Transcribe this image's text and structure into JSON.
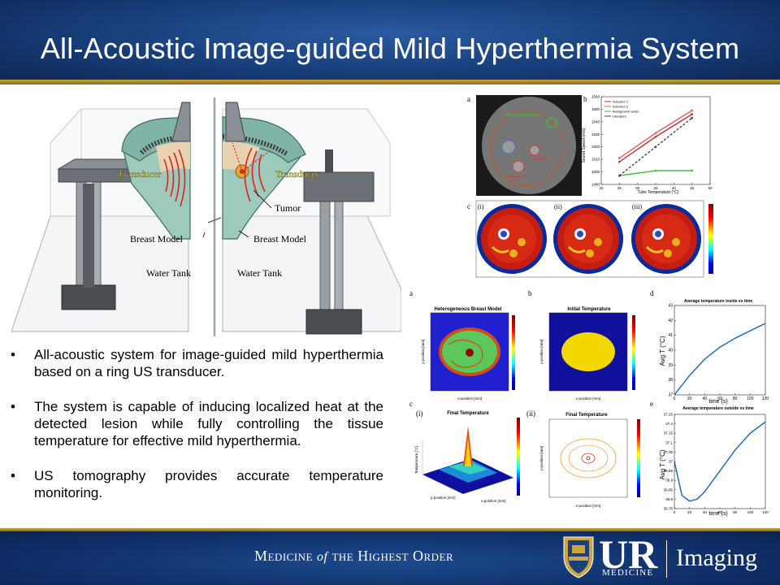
{
  "title": "All-Acoustic Image-guided Mild Hyperthermia System",
  "colors": {
    "header_blue": "#173d78",
    "gold": "#c9a640",
    "footer_blue": "#10306a"
  },
  "diagram": {
    "left": {
      "transducer": "Transducer",
      "breast_model": "Breast Model",
      "water_tank": "Water Tank"
    },
    "right": {
      "transducer": "Transducer",
      "tumor": "Tumor",
      "breast_model": "Breast Model",
      "water_tank": "Water Tank"
    }
  },
  "bullets": [
    "All-acoustic system for image-guided mild hyperthermia based on a ring US transducer.",
    "The system is capable of inducing localized heat at the detected lesion while fully controlling the tissue temperature for effective mild hyperthermia.",
    "US tomography provides accurate temperature monitoring."
  ],
  "figure1": {
    "a": {
      "label": "a",
      "annotations": [
        "Water Background",
        "Bone",
        "Inclusion 1",
        "Inclusion 2"
      ]
    },
    "b": {
      "label": "b",
      "xlabel": "Tube Temperature (°C)",
      "ylabel": "Sound Speed (m/s)",
      "legend": [
        "Inclusion 1",
        "Inclusion 2",
        "Background water",
        "Literature"
      ]
    },
    "c": {
      "label": "c",
      "subpanels": [
        "(i)",
        "(ii)",
        "(iii)"
      ]
    }
  },
  "figure2": {
    "a": {
      "label": "a",
      "title": "Heterogeneous Breast Model",
      "xlabel": "x-position [mm]",
      "ylabel": "y-position [mm]"
    },
    "b": {
      "label": "b",
      "title": "Initial Temperature",
      "xlabel": "x-position [mm]",
      "ylabel": "y-position [mm]"
    },
    "c": {
      "label": "c",
      "sub_i": "(i)",
      "sub_ii": "(ii)",
      "title_i": "Final Temperature",
      "title_ii": "Final Temperature",
      "zlabel": "Temperature [°C]",
      "xlabel": "x-position [mm]",
      "ylabel": "y-position [mm]"
    },
    "d": {
      "label": "d",
      "title": "Average temperature inside vs time",
      "xlabel": "time (s)",
      "ylabel": "Avg T (°C)"
    },
    "e": {
      "label": "e",
      "title": "Average temperature outside vs time",
      "xlabel": "time (s)",
      "ylabel": "Avg T (°C)"
    }
  },
  "chart_data": [
    {
      "type": "line",
      "title": "Average temperature inside vs time",
      "xlabel": "time (s)",
      "ylabel": "Avg T (°C)",
      "x": [
        0,
        20,
        40,
        60,
        80,
        100,
        120
      ],
      "xticks": [
        0,
        20,
        40,
        60,
        80,
        100,
        120
      ],
      "yticks": [
        37,
        38,
        39,
        40,
        41,
        42,
        43
      ],
      "xlim": [
        0,
        120
      ],
      "ylim": [
        37,
        43
      ],
      "series": [
        {
          "values": [
            37.0,
            38.3,
            39.4,
            40.2,
            40.8,
            41.3,
            41.8
          ]
        }
      ],
      "grid": false
    },
    {
      "type": "line",
      "title": "Average temperature outside vs time",
      "xlabel": "time (s)",
      "ylabel": "Avg T (°C)",
      "x": [
        0,
        10,
        20,
        30,
        40,
        60,
        80,
        100,
        120
      ],
      "xticks": [
        0,
        20,
        40,
        60,
        80,
        100,
        120
      ],
      "yticks": [
        36.75,
        36.8,
        36.85,
        36.9,
        36.95,
        37,
        37.05,
        37.1,
        37.15,
        37.2,
        37.25
      ],
      "xlim": [
        0,
        120
      ],
      "ylim": [
        36.75,
        37.25
      ],
      "series": [
        {
          "values": [
            37.0,
            36.82,
            36.79,
            36.8,
            36.84,
            36.95,
            37.06,
            37.15,
            37.21
          ]
        }
      ],
      "grid": false
    },
    {
      "type": "line",
      "title": "",
      "xlabel": "Tube Temperature (°C)",
      "ylabel": "Sound Speed (m/s)",
      "xticks": [
        20,
        25,
        30,
        35,
        40,
        45,
        50
      ],
      "yticks": [
        1490,
        1500,
        1510,
        1520,
        1530,
        1540,
        1550,
        1560
      ],
      "xlim": [
        20,
        50
      ],
      "ylim": [
        1490,
        1560
      ],
      "series": [
        {
          "name": "Inclusion 1",
          "x": [
            25,
            35,
            45
          ],
          "values": [
            1508,
            1528,
            1546
          ]
        },
        {
          "name": "Inclusion 2",
          "x": [
            25,
            35,
            45
          ],
          "values": [
            1511,
            1531,
            1549
          ]
        },
        {
          "name": "Background water",
          "x": [
            25,
            35,
            45
          ],
          "values": [
            1497,
            1501,
            1501
          ]
        },
        {
          "name": "Literature",
          "x": [
            25,
            35,
            45
          ],
          "values": [
            1497,
            1520,
            1543
          ]
        }
      ],
      "legend": "top-left"
    }
  ]
}
